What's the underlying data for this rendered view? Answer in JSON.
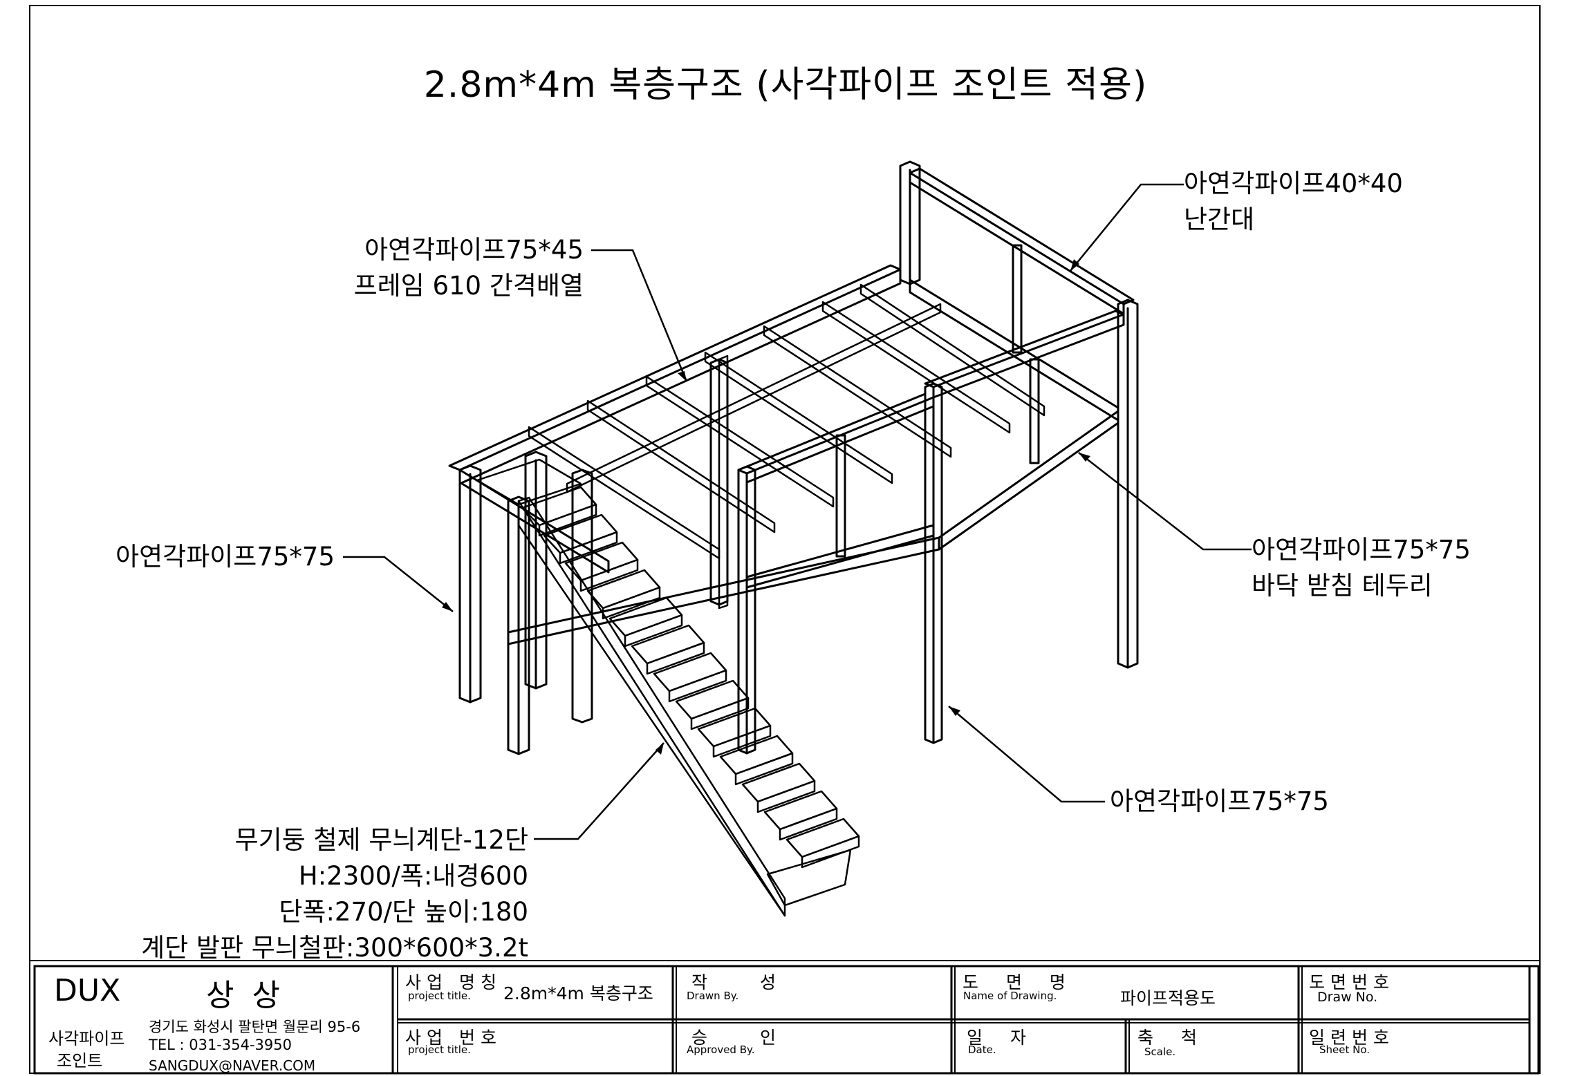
{
  "title": "2.8m*4m 복층구조 (사각파이프 조인트 적용)",
  "callouts": {
    "top_rail": [
      "아연각파이프40*40",
      "난간대"
    ],
    "frame": [
      "아연각파이프75*45",
      "프레임 610 간격배열"
    ],
    "left_post": [
      "아연각파이프75*75"
    ],
    "floor_edge": [
      "아연각파이프75*75",
      "바닥 받침 테두리"
    ],
    "front_post": [
      "아연각파이프75*75"
    ],
    "stairs": [
      "무기둥 철제 무늬계단-12단",
      "H:2300/폭:내경600",
      "단폭:270/단 높이:180",
      "계단 발판 무늬철판:300*600*3.2t"
    ]
  },
  "title_block": {
    "brand": "DUX",
    "brand_ko": "상 상",
    "brand_sub1": "사각파이프",
    "brand_sub2": "조인트",
    "address": "경기도 화성시 팔탄면 월문리 95-6",
    "tel": "TEL : 031-354-3950",
    "email": "SANGDUX@NAVER.COM",
    "project_name_ko": "사업 명칭",
    "project_name_en": "project title.",
    "project_name_value": "2.8m*4m 복층구조",
    "project_no_ko": "사업 번호",
    "project_no_en": "project title.",
    "drawn_ko": "작 성",
    "drawn_en": "Drawn By.",
    "approved_ko": "승 인",
    "approved_en": "Approved By.",
    "drawing_name_ko": "도 면 명",
    "drawing_name_en": "Name of Drawing.",
    "drawing_name_value": "파이프적용도",
    "date_ko": "일 자",
    "date_en": "Date.",
    "scale_ko": "축 척",
    "scale_en": "Scale.",
    "draw_no_ko": "도면번호",
    "draw_no_en": "Draw No.",
    "sheet_no_ko": "일련번호",
    "sheet_no_en": "Sheet No."
  }
}
